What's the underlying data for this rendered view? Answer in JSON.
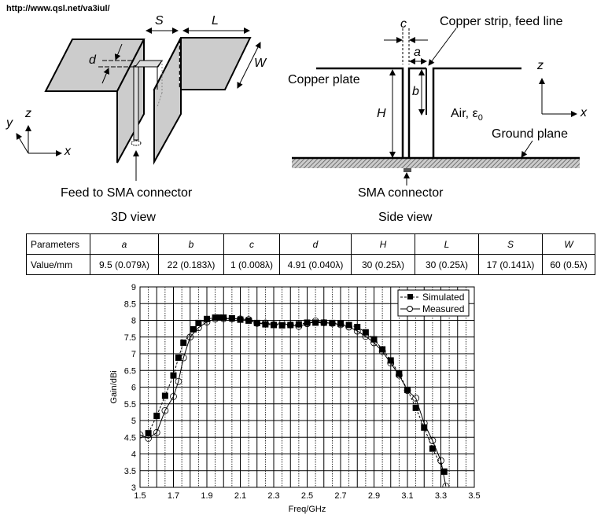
{
  "header": {
    "url": "http://www.qsl.net/va3iul/"
  },
  "view3d": {
    "caption": "3D view",
    "feed_label": "Feed to SMA connector",
    "dims": {
      "S": "S",
      "L": "L",
      "W": "W",
      "d": "d"
    },
    "axes": {
      "x": "x",
      "y": "y",
      "z": "z"
    }
  },
  "side_view": {
    "caption": "Side view",
    "copper_strip_label": "Copper strip, feed line",
    "copper_plate_label": "Copper plate",
    "air_label": "Air, ε",
    "air_sub": "0",
    "ground_plane_label": "Ground plane",
    "sma_label": "SMA connector",
    "dims": {
      "c": "c",
      "a": "a",
      "b": "b",
      "H": "H"
    },
    "axes": {
      "x": "x",
      "z": "z"
    }
  },
  "table": {
    "row_headers": [
      "Parameters",
      "Value/mm"
    ],
    "columns": [
      {
        "name": "a",
        "value": "9.5 (0.079λ)"
      },
      {
        "name": "b",
        "value": "22 (0.183λ)"
      },
      {
        "name": "c",
        "value": "1 (0.008λ)"
      },
      {
        "name": "d",
        "value": "4.91 (0.040λ)"
      },
      {
        "name": "H",
        "value": "30 (0.25λ)"
      },
      {
        "name": "L",
        "value": "30 (0.25λ)"
      },
      {
        "name": "S",
        "value": "17 (0.141λ)"
      },
      {
        "name": "W",
        "value": "60 (0.5λ)"
      }
    ]
  },
  "chart_data": {
    "type": "line",
    "title": "",
    "xlabel": "Freq/GHz",
    "ylabel": "Gain/dBi",
    "xlim": [
      1.5,
      3.5
    ],
    "ylim": [
      3,
      9
    ],
    "xticks": [
      "1.5",
      "1.7",
      "1.9",
      "2.1",
      "2.3",
      "2.5",
      "2.7",
      "2.9",
      "3.1",
      "3.3",
      "3.5"
    ],
    "yticks": [
      "3",
      "3.5",
      "4",
      "4.5",
      "5",
      "5.5",
      "6",
      "6.5",
      "7",
      "7.5",
      "8",
      "8.5",
      "9"
    ],
    "grid": true,
    "legend": "top-right",
    "series": [
      {
        "name": "Simulated",
        "style": "dashed-filled-square",
        "x": [
          1.55,
          1.6,
          1.65,
          1.7,
          1.73,
          1.76,
          1.82,
          1.85,
          1.9,
          1.95,
          1.97,
          2.0,
          2.05,
          2.1,
          2.15,
          2.2,
          2.25,
          2.3,
          2.35,
          2.4,
          2.45,
          2.5,
          2.55,
          2.6,
          2.65,
          2.7,
          2.75,
          2.8,
          2.85,
          2.9,
          2.95,
          3.0,
          3.05,
          3.1,
          3.15,
          3.2,
          3.25,
          3.32
        ],
        "y": [
          4.62,
          5.14,
          5.74,
          6.35,
          6.88,
          7.33,
          7.73,
          7.92,
          8.04,
          8.08,
          8.08,
          8.08,
          8.06,
          8.02,
          7.99,
          7.92,
          7.88,
          7.86,
          7.85,
          7.86,
          7.88,
          7.93,
          7.93,
          7.93,
          7.92,
          7.9,
          7.86,
          7.8,
          7.64,
          7.43,
          7.13,
          6.8,
          6.4,
          5.92,
          5.38,
          4.79,
          4.16,
          3.47
        ]
      },
      {
        "name": "Measured",
        "style": "solid-open-circle",
        "x": [
          1.5,
          1.55,
          1.6,
          1.65,
          1.7,
          1.73,
          1.76,
          1.8,
          1.85,
          1.9,
          1.95,
          2.0,
          2.05,
          2.1,
          2.15,
          2.2,
          2.25,
          2.3,
          2.35,
          2.4,
          2.45,
          2.5,
          2.55,
          2.6,
          2.65,
          2.7,
          2.75,
          2.8,
          2.85,
          2.9,
          2.95,
          3.0,
          3.05,
          3.1,
          3.15,
          3.2,
          3.25,
          3.3,
          3.33
        ],
        "y": [
          4.57,
          4.47,
          4.64,
          5.3,
          5.72,
          6.17,
          6.88,
          7.5,
          7.78,
          7.95,
          8.04,
          8.05,
          8.05,
          8.04,
          8.02,
          7.91,
          7.92,
          7.87,
          7.91,
          7.86,
          7.82,
          7.9,
          7.98,
          7.93,
          7.91,
          7.87,
          7.8,
          7.68,
          7.52,
          7.33,
          7.07,
          6.72,
          6.36,
          5.9,
          5.67,
          4.92,
          4.4,
          3.8,
          3.03
        ]
      }
    ]
  }
}
